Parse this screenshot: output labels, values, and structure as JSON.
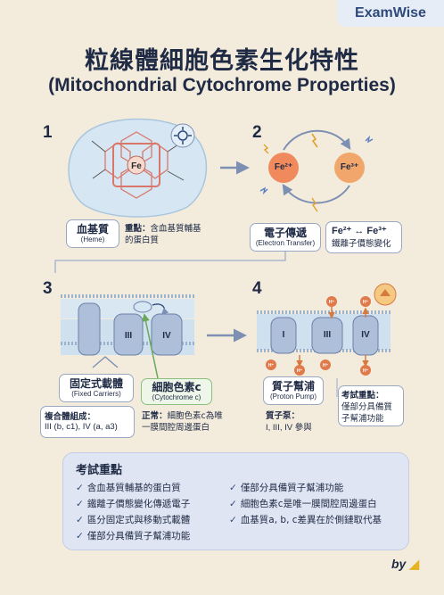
{
  "brand": "ExamWise",
  "title_zh": "粒線體細胞色素生化特性",
  "title_en": "(Mitochondrial Cytochrome Properties)",
  "panels": [
    {
      "number": "1",
      "label": "血基質",
      "label_en": "(Heme)",
      "note_title": "重點：",
      "note": "含血基質輔基的蛋白質"
    },
    {
      "number": "2",
      "label": "電子傳遞",
      "label_en": "(Electron Transfer)",
      "ion_a": "Fe²⁺",
      "ion_b": "Fe³⁺",
      "equation": "Fe²⁺ ↔ Fe³⁺",
      "note": "鐵離子價態變化"
    },
    {
      "number": "3",
      "label": "固定式載體",
      "label_en": "(Fixed Carriers)",
      "complex_iii": "III",
      "complex_iv": "IV",
      "composition_title": "複合體組成：",
      "composition": "III (b, c1), IV (a, a3)",
      "label2": "細胞色素c",
      "label2_en": "(Cytochrome c)",
      "note2_title": "正常：",
      "note2": "細胞色素c為唯一膜間腔周邊蛋白"
    },
    {
      "number": "4",
      "label": "質子幫浦",
      "label_en": "(Proton Pump)",
      "complex_i": "I",
      "complex_iii": "III",
      "complex_iv": "IV",
      "proton": "H⁺",
      "pump_title": "質子泵：",
      "pump_list": "I, III, IV 參與",
      "exam_title": "考試重點：",
      "exam_note": "僅部分具備質子幫浦功能"
    }
  ],
  "exam_box": {
    "title": "考試重點",
    "items_left": [
      "含血基質輔基的蛋白質",
      "鐵離子價態變化傳遞電子",
      "區分固定式與移動式載體",
      "僅部分具備質子幫浦功能"
    ],
    "items_right": [
      "僅部分具備質子幫浦功能",
      "細胞色素c是唯一膜間腔周邊蛋白",
      "血基質a, b, c差異在於側鏈取代基"
    ]
  },
  "byline": "by",
  "colors": {
    "accent": "#2f4a7a",
    "fe2": "#f08a5d",
    "fe3": "#f1a76b",
    "membrane": "#cfe0ef",
    "protein": "#aebfda",
    "cytc": "#9ec98e"
  }
}
